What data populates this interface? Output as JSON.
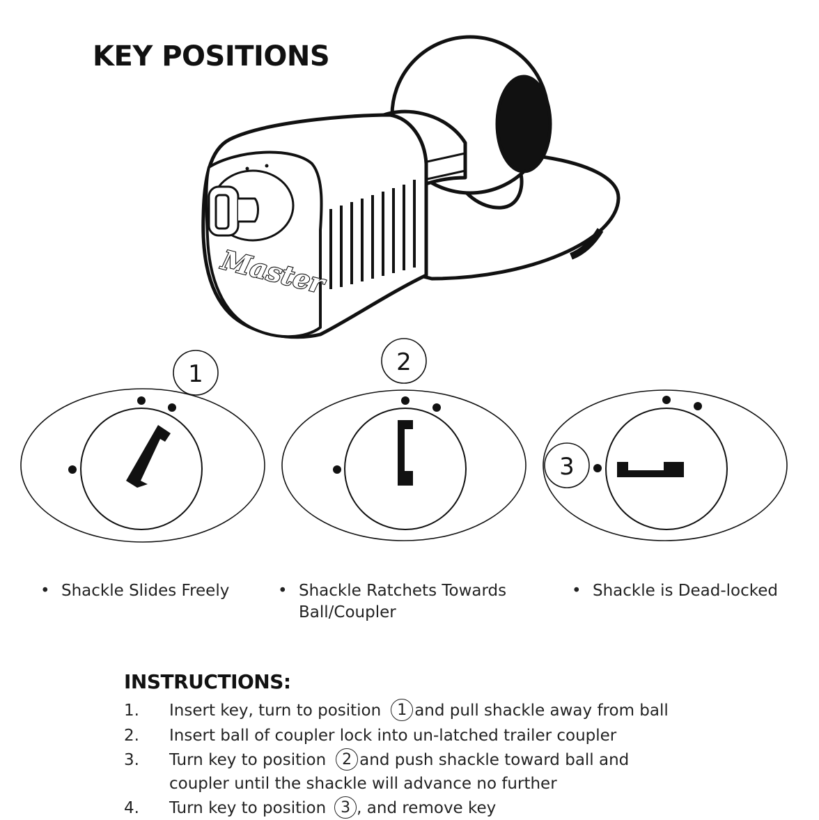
{
  "title": "KEY POSITIONS",
  "brand": "Master",
  "positions": [
    {
      "number": "1",
      "caption_lines": [
        "Shackle Slides Freely"
      ]
    },
    {
      "number": "2",
      "caption_lines": [
        "Shackle Ratchets Towards",
        "Ball/Coupler"
      ]
    },
    {
      "number": "3",
      "caption_lines": [
        "Shackle is Dead-locked"
      ]
    }
  ],
  "bullet": "•",
  "instructions": {
    "heading": "INSTRUCTIONS:",
    "steps": [
      {
        "num": "1.",
        "before": "Insert key, turn to position",
        "circle": "1",
        "after": "and pull shackle away from ball"
      },
      {
        "num": "2.",
        "before": "Insert ball of coupler lock into un-latched trailer coupler",
        "circle": "",
        "after": ""
      },
      {
        "num": "3.",
        "before": "Turn key to position",
        "circle": "2",
        "after": "and push shackle toward ball and"
      },
      {
        "num": "",
        "before": "coupler until the shackle will advance no further",
        "circle": "",
        "after": ""
      },
      {
        "num": "4.",
        "before": "Turn key to position",
        "circle": "3",
        "after": ", and remove key"
      }
    ]
  }
}
